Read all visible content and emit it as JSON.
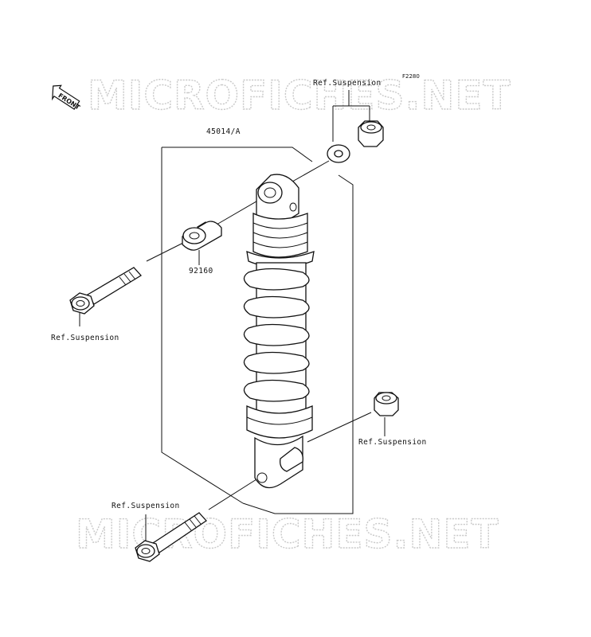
{
  "watermark": "MICROFICHES.NET",
  "figure_code": "F2280",
  "front_badge": "FRONT",
  "labels": {
    "assembly": "45014/A",
    "collar": "92160",
    "ref_top": "Ref.Suspension",
    "ref_left": "Ref.Suspension",
    "ref_right": "Ref.Suspension",
    "ref_bottom": "Ref.Suspension"
  }
}
